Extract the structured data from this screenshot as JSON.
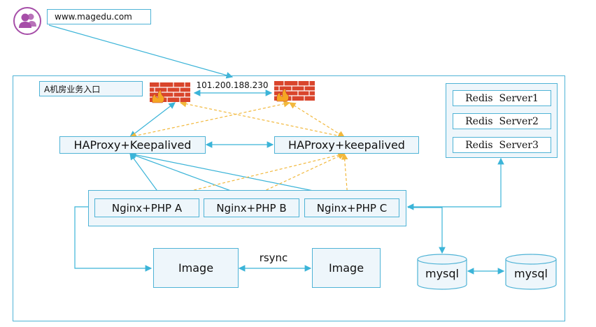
{
  "url_label": "www.magedu.com",
  "room_label": "A机房业务入口",
  "vip_label": "101.200.188.230",
  "haproxy_left": "HAProxy+Keepalived",
  "haproxy_right": "HAProxy+keepalived",
  "nginx": [
    "Nginx+PHP A",
    "Nginx+PHP B",
    "Nginx+PHP C"
  ],
  "image_left": "Image",
  "image_right": "Image",
  "rsync_label": "rsync",
  "redis": [
    "Redis  Server1",
    "Redis  Server2",
    "Redis  Server3"
  ],
  "mysql_left": "mysql",
  "mysql_right": "mysql",
  "colors": {
    "line": "#3bb4d8",
    "dashed": "#f2b83c",
    "box_fill": "#eef6fb",
    "brick": "#d9452c",
    "avatar": "#a64ea8"
  },
  "icons": [
    "user-avatar-icon",
    "firewall-icon"
  ]
}
